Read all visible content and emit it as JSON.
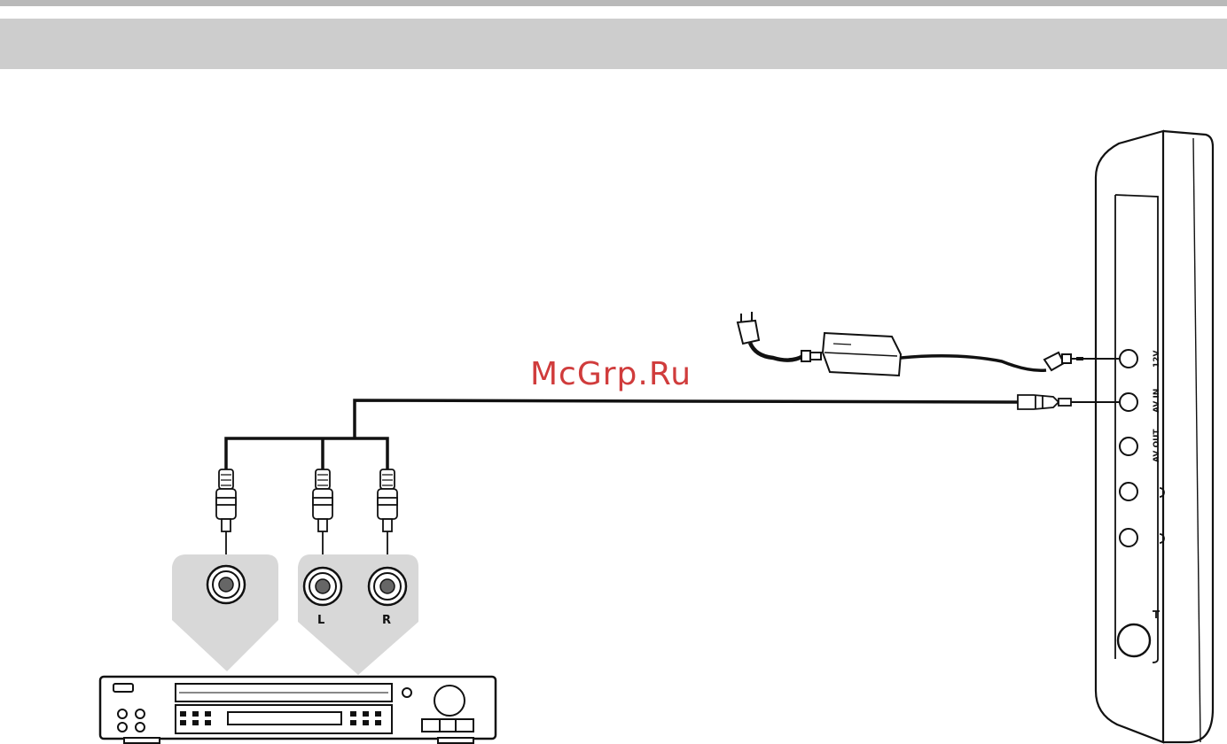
{
  "watermark": "McGrp.Ru",
  "player_ports": {
    "dc_in": "12V",
    "av_in": "AV IN",
    "av_out": "AV OUT"
  },
  "source_jacks": {
    "left": "L",
    "right": "R"
  },
  "colors": {
    "header_band": "#cdcdcd",
    "top_rule": "#b9b9b9",
    "watermark": "#d03c3c",
    "jack_panel": "#d8d8d8",
    "outline": "#111111"
  }
}
